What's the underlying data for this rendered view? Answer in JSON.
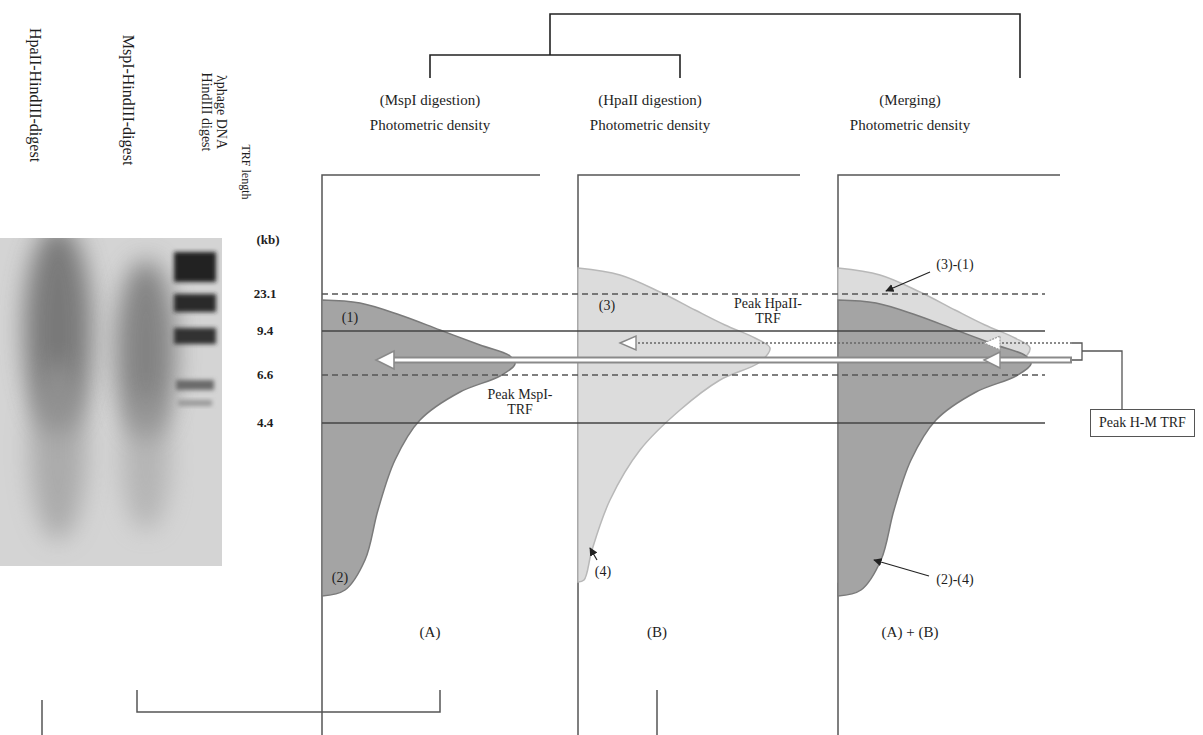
{
  "diagram": {
    "nodes": [
      {
        "text": [
          "Peak H-M TRF"
        ]
      }
    ],
    "labels": [
      "HpaII-HindIII-digest",
      "MspI-HindIII-digest",
      "λphage DNA HindIII digest",
      "TRF length",
      "(kb)",
      "23.1",
      "9.4",
      "6.6",
      "4.4",
      "(MspI digestion)",
      "Photometric density",
      "(HpaII digestion)",
      "Photometric density",
      "(Merging)",
      "Photometric density",
      "(1)",
      "(2)",
      "Peak MspI-TRF",
      "(3)",
      "Peak HpaII-TRF",
      "(4)",
      "(3)-(1)",
      "(2)-(4)",
      "(A)",
      "(B)",
      "(A) + (B)"
    ]
  }
}
